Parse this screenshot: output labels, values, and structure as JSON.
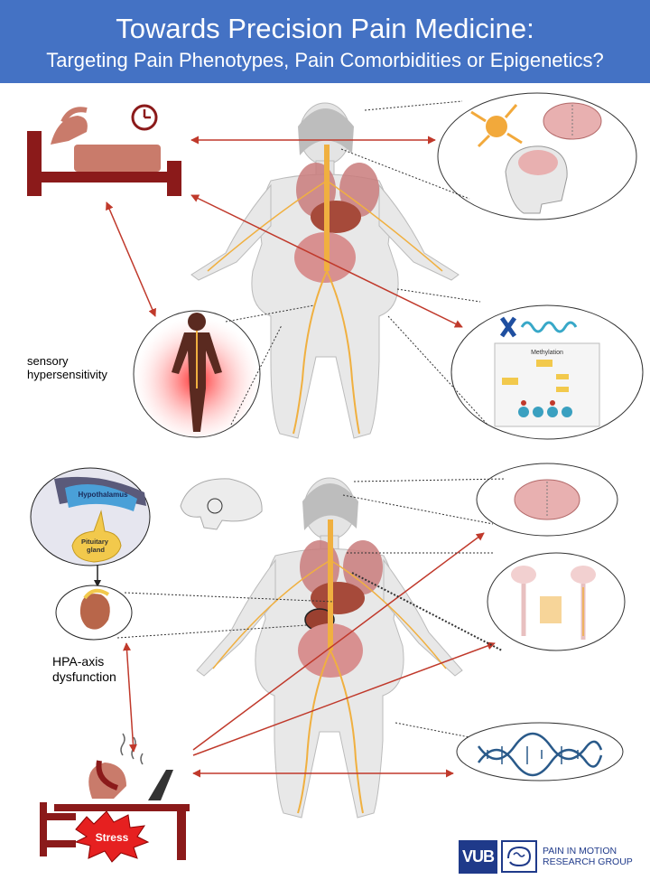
{
  "title": "Towards Precision Pain Medicine:",
  "subtitle": "Targeting Pain Phenotypes, Pain Comorbidities or Epigenetics?",
  "labels": {
    "sensory": "sensory\nhypersensitivity",
    "hpa": "HPA-axis\ndysfunction",
    "hypothalamus": "Hypothalamus",
    "pituitary": "Pituitary\ngland",
    "stress": "Stress",
    "methylation": "Methylation"
  },
  "logo": {
    "vub": "VUB",
    "group": "PAIN IN MOTION\nRESEARCH GROUP"
  },
  "colors": {
    "banner": "#4472c4",
    "arrow": "#c0392b",
    "maroon": "#8b1a1a",
    "body": "#e8e8e8",
    "nerve": "#f0b040",
    "organ": "#c97b7b"
  },
  "icons": [
    "bed-icon",
    "clock-icon",
    "brain-icon",
    "neuron-icon",
    "dna-icon",
    "chromosome-icon",
    "kidney-icon",
    "stress-desk-icon"
  ]
}
